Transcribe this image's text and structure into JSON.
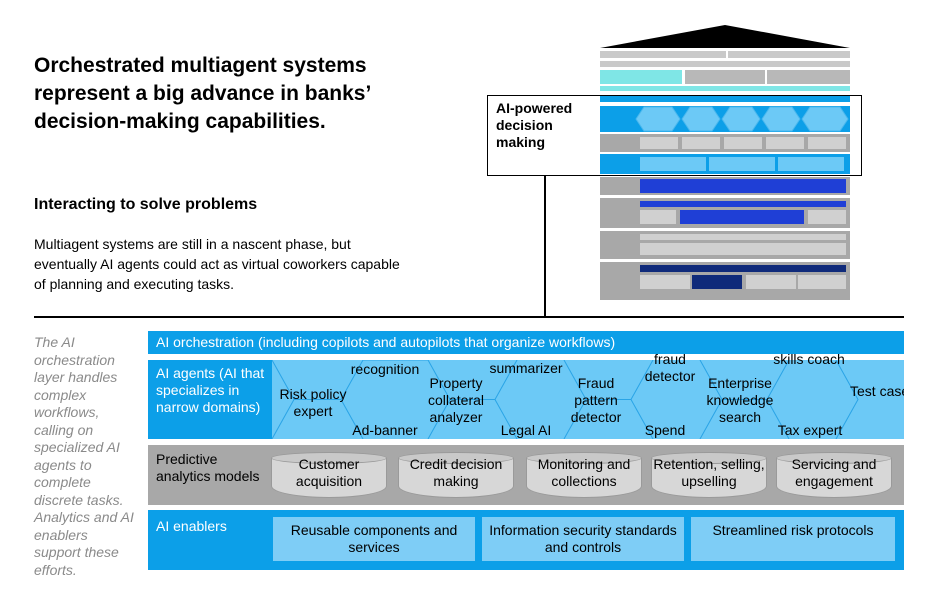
{
  "header": {
    "title": "Orchestrated multiagent systems represent a big advance in banks’ decision-making capabilities.",
    "subtitle": "Interacting to solve problems",
    "description": "Multiagent systems are still in a nascent phase, but eventually AI agents could act as virtual coworkers capable of planning and executing tasks."
  },
  "callout": {
    "label": "AI-powered decision making"
  },
  "side_note": "The AI orchestration layer handles complex workflows, calling on specialized AI agents to complete discrete tasks. Analytics and AI enablers support these efforts.",
  "layers": {
    "orchestration": "AI orchestration (including copilots and autopilots that organize workflows)",
    "agents": {
      "label": "AI agents (AI that specializes in narrow domains)",
      "items": [
        "Risk policy expert",
        "recognition",
        "Ad-banner",
        "Property collateral analyzer",
        "summarizer",
        "Legal AI",
        "Fraud pattern detector",
        "fraud detector",
        "Spend",
        "Enterprise knowledge search",
        "skills coach",
        "Tax expert",
        "Test case generat"
      ]
    },
    "predictive": {
      "label": "Predictive analytics models",
      "models": [
        "Customer acquisition",
        "Credit decision making",
        "Monitoring and collections",
        "Retention, selling, upselling",
        "Servicing and engagement"
      ]
    },
    "enablers": {
      "label": "AI enablers",
      "items": [
        "Reusable components and services",
        "Information security standards and controls",
        "Streamlined risk protocols"
      ]
    }
  },
  "colors": {
    "accent": "#0c9fe8",
    "light_blue": "#6cc9f6",
    "gray": "#a8a8a8",
    "dark_blue": "#1f3fd6",
    "navy": "#0f2a7a"
  }
}
